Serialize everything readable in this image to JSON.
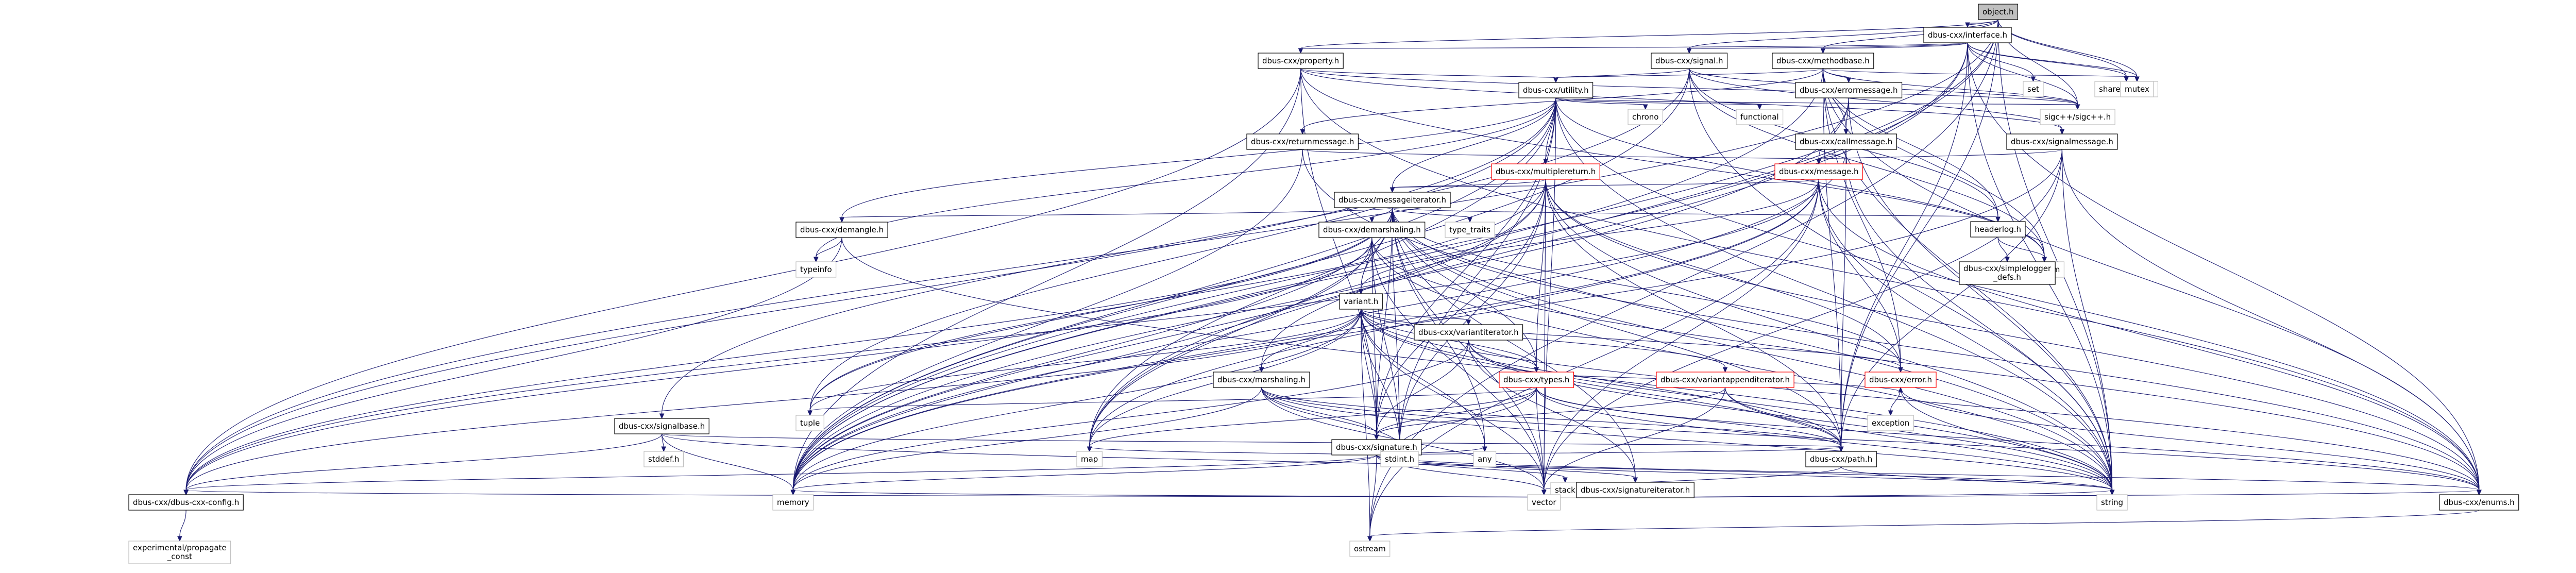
{
  "graph": {
    "colors": {
      "edge": "#191970",
      "root_fill": "#bfbfbf",
      "system_border": "#bfbfbf",
      "truncated_border": "#ff0000"
    },
    "nodes": [
      {
        "id": "object",
        "label": [
          "object.h"
        ],
        "kind": "root"
      },
      {
        "id": "interface",
        "label": [
          "dbus-cxx/interface.h"
        ],
        "kind": "local"
      },
      {
        "id": "property",
        "label": [
          "dbus-cxx/property.h"
        ],
        "kind": "local"
      },
      {
        "id": "signal",
        "label": [
          "dbus-cxx/signal.h"
        ],
        "kind": "local"
      },
      {
        "id": "methodbase",
        "label": [
          "dbus-cxx/methodbase.h"
        ],
        "kind": "local"
      },
      {
        "id": "set",
        "label": [
          "set"
        ],
        "kind": "system"
      },
      {
        "id": "shared_mutex",
        "label": [
          "shared_mutex"
        ],
        "kind": "system"
      },
      {
        "id": "mutex",
        "label": [
          "mutex"
        ],
        "kind": "system"
      },
      {
        "id": "utility",
        "label": [
          "dbus-cxx/utility.h"
        ],
        "kind": "local"
      },
      {
        "id": "errormessage",
        "label": [
          "dbus-cxx/errormessage.h"
        ],
        "kind": "local"
      },
      {
        "id": "sigc",
        "label": [
          "sigc++/sigc++.h"
        ],
        "kind": "system"
      },
      {
        "id": "chrono",
        "label": [
          "chrono"
        ],
        "kind": "system"
      },
      {
        "id": "functional",
        "label": [
          "functional"
        ],
        "kind": "system"
      },
      {
        "id": "returnmessage",
        "label": [
          "dbus-cxx/returnmessage.h"
        ],
        "kind": "local"
      },
      {
        "id": "callmessage",
        "label": [
          "dbus-cxx/callmessage.h"
        ],
        "kind": "local"
      },
      {
        "id": "signalmessage",
        "label": [
          "dbus-cxx/signalmessage.h"
        ],
        "kind": "local"
      },
      {
        "id": "multiplereturn",
        "label": [
          "dbus-cxx/multiplereturn.h"
        ],
        "kind": "truncated"
      },
      {
        "id": "message",
        "label": [
          "dbus-cxx/message.h"
        ],
        "kind": "truncated"
      },
      {
        "id": "messageiterator",
        "label": [
          "dbus-cxx/messageiterator.h"
        ],
        "kind": "local"
      },
      {
        "id": "headerlog",
        "label": [
          "headerlog.h"
        ],
        "kind": "local"
      },
      {
        "id": "demangle",
        "label": [
          "dbus-cxx/demangle.h"
        ],
        "kind": "local"
      },
      {
        "id": "type_traits",
        "label": [
          "type_traits"
        ],
        "kind": "system"
      },
      {
        "id": "demarshaling",
        "label": [
          "dbus-cxx/demarshaling.h"
        ],
        "kind": "local"
      },
      {
        "id": "sstream",
        "label": [
          "sstream"
        ],
        "kind": "system"
      },
      {
        "id": "simplelogger",
        "label": [
          "dbus-cxx/simplelogger",
          "_defs.h"
        ],
        "kind": "local"
      },
      {
        "id": "typeinfo",
        "label": [
          "typeinfo"
        ],
        "kind": "system"
      },
      {
        "id": "variant",
        "label": [
          "variant.h"
        ],
        "kind": "local"
      },
      {
        "id": "variantiterator",
        "label": [
          "dbus-cxx/variantiterator.h"
        ],
        "kind": "local"
      },
      {
        "id": "marshaling",
        "label": [
          "dbus-cxx/marshaling.h"
        ],
        "kind": "local"
      },
      {
        "id": "types",
        "label": [
          "dbus-cxx/types.h"
        ],
        "kind": "truncated"
      },
      {
        "id": "variantappenditerator",
        "label": [
          "dbus-cxx/variantappenditerator.h"
        ],
        "kind": "truncated"
      },
      {
        "id": "error",
        "label": [
          "dbus-cxx/error.h"
        ],
        "kind": "truncated"
      },
      {
        "id": "exception",
        "label": [
          "exception"
        ],
        "kind": "system"
      },
      {
        "id": "tuple",
        "label": [
          "tuple"
        ],
        "kind": "system"
      },
      {
        "id": "signalbase",
        "label": [
          "dbus-cxx/signalbase.h"
        ],
        "kind": "local"
      },
      {
        "id": "signature",
        "label": [
          "dbus-cxx/signature.h"
        ],
        "kind": "local"
      },
      {
        "id": "stddef",
        "label": [
          "stddef.h"
        ],
        "kind": "system"
      },
      {
        "id": "map",
        "label": [
          "map"
        ],
        "kind": "system"
      },
      {
        "id": "stdint",
        "label": [
          "stdint.h"
        ],
        "kind": "system"
      },
      {
        "id": "any",
        "label": [
          "any"
        ],
        "kind": "system"
      },
      {
        "id": "stack",
        "label": [
          "stack"
        ],
        "kind": "system"
      },
      {
        "id": "path",
        "label": [
          "dbus-cxx/path.h"
        ],
        "kind": "local"
      },
      {
        "id": "signatureiterator",
        "label": [
          "dbus-cxx/signatureiterator.h"
        ],
        "kind": "local"
      },
      {
        "id": "config",
        "label": [
          "dbus-cxx/dbus-cxx-config.h"
        ],
        "kind": "local"
      },
      {
        "id": "memory",
        "label": [
          "memory"
        ],
        "kind": "system"
      },
      {
        "id": "vector",
        "label": [
          "vector"
        ],
        "kind": "system"
      },
      {
        "id": "string",
        "label": [
          "string"
        ],
        "kind": "system"
      },
      {
        "id": "enums",
        "label": [
          "dbus-cxx/enums.h"
        ],
        "kind": "local"
      },
      {
        "id": "propagate",
        "label": [
          "experimental/propagate",
          "_const"
        ],
        "kind": "system"
      },
      {
        "id": "ostream",
        "label": [
          "ostream"
        ],
        "kind": "system"
      }
    ],
    "edges": [
      [
        "object",
        "interface"
      ],
      [
        "object",
        "property"
      ],
      [
        "object",
        "signal"
      ],
      [
        "object",
        "methodbase"
      ],
      [
        "object",
        "shared_mutex"
      ],
      [
        "object",
        "mutex"
      ],
      [
        "object",
        "sigc"
      ],
      [
        "object",
        "config"
      ],
      [
        "object",
        "memory"
      ],
      [
        "object",
        "map"
      ],
      [
        "object",
        "string"
      ],
      [
        "object",
        "ostream"
      ],
      [
        "object",
        "path"
      ],
      [
        "interface",
        "property"
      ],
      [
        "interface",
        "signal"
      ],
      [
        "interface",
        "methodbase"
      ],
      [
        "interface",
        "set"
      ],
      [
        "interface",
        "shared_mutex"
      ],
      [
        "interface",
        "mutex"
      ],
      [
        "interface",
        "sigc"
      ],
      [
        "interface",
        "map"
      ],
      [
        "interface",
        "string"
      ],
      [
        "interface",
        "memory"
      ],
      [
        "interface",
        "path"
      ],
      [
        "interface",
        "enums"
      ],
      [
        "property",
        "utility"
      ],
      [
        "property",
        "signalmessage"
      ],
      [
        "property",
        "signature"
      ],
      [
        "property",
        "config"
      ],
      [
        "property",
        "sigc"
      ],
      [
        "property",
        "memory"
      ],
      [
        "property",
        "sstream"
      ],
      [
        "property",
        "enums"
      ],
      [
        "signal",
        "utility"
      ],
      [
        "signal",
        "signalbase"
      ],
      [
        "signal",
        "signalmessage"
      ],
      [
        "signal",
        "headerlog"
      ],
      [
        "signal",
        "sigc"
      ],
      [
        "signal",
        "sstream"
      ],
      [
        "signal",
        "string"
      ],
      [
        "signal",
        "memory"
      ],
      [
        "methodbase",
        "utility"
      ],
      [
        "methodbase",
        "errormessage"
      ],
      [
        "methodbase",
        "callmessage"
      ],
      [
        "methodbase",
        "returnmessage"
      ],
      [
        "methodbase",
        "headerlog"
      ],
      [
        "methodbase",
        "sigc"
      ],
      [
        "methodbase",
        "mutex"
      ],
      [
        "methodbase",
        "sstream"
      ],
      [
        "methodbase",
        "string"
      ],
      [
        "methodbase",
        "memory"
      ],
      [
        "methodbase",
        "enums"
      ],
      [
        "methodbase",
        "path"
      ],
      [
        "methodbase",
        "error"
      ],
      [
        "utility",
        "multiplereturn"
      ],
      [
        "utility",
        "messageiterator"
      ],
      [
        "utility",
        "signature"
      ],
      [
        "utility",
        "demangle"
      ],
      [
        "utility",
        "config"
      ],
      [
        "utility",
        "chrono"
      ],
      [
        "utility",
        "functional"
      ],
      [
        "utility",
        "sigc"
      ],
      [
        "utility",
        "tuple"
      ],
      [
        "utility",
        "typeinfo"
      ],
      [
        "utility",
        "memory"
      ],
      [
        "utility",
        "sstream"
      ],
      [
        "utility",
        "string"
      ],
      [
        "utility",
        "vector"
      ],
      [
        "utility",
        "enums"
      ],
      [
        "utility",
        "map"
      ],
      [
        "utility",
        "stdint"
      ],
      [
        "errormessage",
        "message"
      ],
      [
        "errormessage",
        "callmessage"
      ],
      [
        "errormessage",
        "memory"
      ],
      [
        "errormessage",
        "string"
      ],
      [
        "returnmessage",
        "message"
      ],
      [
        "returnmessage",
        "memory"
      ],
      [
        "returnmessage",
        "string"
      ],
      [
        "callmessage",
        "message"
      ],
      [
        "callmessage",
        "memory"
      ],
      [
        "callmessage",
        "string"
      ],
      [
        "callmessage",
        "path"
      ],
      [
        "signalmessage",
        "message"
      ],
      [
        "signalmessage",
        "path"
      ],
      [
        "signalmessage",
        "memory"
      ],
      [
        "signalmessage",
        "string"
      ],
      [
        "signalmessage",
        "vector"
      ],
      [
        "signalmessage",
        "enums"
      ],
      [
        "multiplereturn",
        "messageiterator"
      ],
      [
        "multiplereturn",
        "marshaling"
      ],
      [
        "multiplereturn",
        "types"
      ],
      [
        "multiplereturn",
        "signature"
      ],
      [
        "multiplereturn",
        "error"
      ],
      [
        "multiplereturn",
        "tuple"
      ],
      [
        "multiplereturn",
        "string"
      ],
      [
        "multiplereturn",
        "path"
      ],
      [
        "multiplereturn",
        "vector"
      ],
      [
        "multiplereturn",
        "enums"
      ],
      [
        "multiplereturn",
        "memory"
      ],
      [
        "multiplereturn",
        "stdint"
      ],
      [
        "message",
        "messageiterator"
      ],
      [
        "message",
        "variant"
      ],
      [
        "message",
        "error"
      ],
      [
        "message",
        "config"
      ],
      [
        "message",
        "memory"
      ],
      [
        "message",
        "string"
      ],
      [
        "message",
        "vector"
      ],
      [
        "message",
        "map"
      ],
      [
        "message",
        "enums"
      ],
      [
        "message",
        "ostream"
      ],
      [
        "messageiterator",
        "demangle"
      ],
      [
        "messageiterator",
        "demarshaling"
      ],
      [
        "messageiterator",
        "variant"
      ],
      [
        "messageiterator",
        "types"
      ],
      [
        "messageiterator",
        "signature"
      ],
      [
        "messageiterator",
        "error"
      ],
      [
        "messageiterator",
        "headerlog"
      ],
      [
        "messageiterator",
        "path"
      ],
      [
        "messageiterator",
        "type_traits"
      ],
      [
        "messageiterator",
        "tuple"
      ],
      [
        "messageiterator",
        "stdint"
      ],
      [
        "messageiterator",
        "any"
      ],
      [
        "messageiterator",
        "memory"
      ],
      [
        "messageiterator",
        "string"
      ],
      [
        "messageiterator",
        "vector"
      ],
      [
        "messageiterator",
        "map"
      ],
      [
        "messageiterator",
        "enums"
      ],
      [
        "messageiterator",
        "config"
      ],
      [
        "messageiterator",
        "signatureiterator"
      ],
      [
        "headerlog",
        "simplelogger"
      ],
      [
        "headerlog",
        "sstream"
      ],
      [
        "demangle",
        "typeinfo"
      ],
      [
        "demangle",
        "config"
      ],
      [
        "demangle",
        "string"
      ],
      [
        "demarshaling",
        "variant"
      ],
      [
        "demarshaling",
        "signature"
      ],
      [
        "demarshaling",
        "enums"
      ],
      [
        "demarshaling",
        "stdint"
      ],
      [
        "demarshaling",
        "vector"
      ],
      [
        "demarshaling",
        "string"
      ],
      [
        "demarshaling",
        "memory"
      ],
      [
        "demarshaling",
        "config"
      ],
      [
        "variant",
        "variantiterator"
      ],
      [
        "variant",
        "marshaling"
      ],
      [
        "variant",
        "types"
      ],
      [
        "variant",
        "variantappenditerator"
      ],
      [
        "variant",
        "signature"
      ],
      [
        "variant",
        "error"
      ],
      [
        "variant",
        "path"
      ],
      [
        "variant",
        "config"
      ],
      [
        "variant",
        "tuple"
      ],
      [
        "variant",
        "any"
      ],
      [
        "variant",
        "stdint"
      ],
      [
        "variant",
        "map"
      ],
      [
        "variant",
        "memory"
      ],
      [
        "variant",
        "string"
      ],
      [
        "variant",
        "vector"
      ],
      [
        "variant",
        "enums"
      ],
      [
        "variant",
        "ostream"
      ],
      [
        "variantiterator",
        "types"
      ],
      [
        "variantiterator",
        "signature"
      ],
      [
        "variantiterator",
        "path"
      ],
      [
        "variantiterator",
        "memory"
      ],
      [
        "variantiterator",
        "string"
      ],
      [
        "variantiterator",
        "signatureiterator"
      ],
      [
        "marshaling",
        "signature"
      ],
      [
        "marshaling",
        "path"
      ],
      [
        "marshaling",
        "stdint"
      ],
      [
        "marshaling",
        "vector"
      ],
      [
        "marshaling",
        "string"
      ],
      [
        "marshaling",
        "enums"
      ],
      [
        "marshaling",
        "memory"
      ],
      [
        "types",
        "signature"
      ],
      [
        "types",
        "path"
      ],
      [
        "types",
        "error"
      ],
      [
        "types",
        "tuple"
      ],
      [
        "types",
        "map"
      ],
      [
        "types",
        "vector"
      ],
      [
        "types",
        "string"
      ],
      [
        "types",
        "enums"
      ],
      [
        "types",
        "stdint"
      ],
      [
        "variantappenditerator",
        "signature"
      ],
      [
        "variantappenditerator",
        "path"
      ],
      [
        "variantappenditerator",
        "vector"
      ],
      [
        "variantappenditerator",
        "string"
      ],
      [
        "error",
        "exception"
      ],
      [
        "error",
        "string"
      ],
      [
        "error",
        "enums"
      ],
      [
        "signalbase",
        "config"
      ],
      [
        "signalbase",
        "stddef"
      ],
      [
        "signalbase",
        "memory"
      ],
      [
        "signalbase",
        "path"
      ],
      [
        "signalbase",
        "string"
      ],
      [
        "signature",
        "signatureiterator"
      ],
      [
        "signature",
        "path"
      ],
      [
        "signature",
        "config"
      ],
      [
        "signature",
        "stack"
      ],
      [
        "signature",
        "stdint"
      ],
      [
        "signature",
        "any"
      ],
      [
        "signature",
        "map"
      ],
      [
        "signature",
        "memory"
      ],
      [
        "signature",
        "string"
      ],
      [
        "signature",
        "vector"
      ],
      [
        "signature",
        "enums"
      ],
      [
        "signature",
        "ostream"
      ],
      [
        "path",
        "string"
      ],
      [
        "path",
        "vector"
      ],
      [
        "signatureiterator",
        "config"
      ],
      [
        "signatureiterator",
        "memory"
      ],
      [
        "signatureiterator",
        "string"
      ],
      [
        "signatureiterator",
        "enums"
      ],
      [
        "config",
        "propagate"
      ],
      [
        "enums",
        "ostream"
      ]
    ]
  }
}
